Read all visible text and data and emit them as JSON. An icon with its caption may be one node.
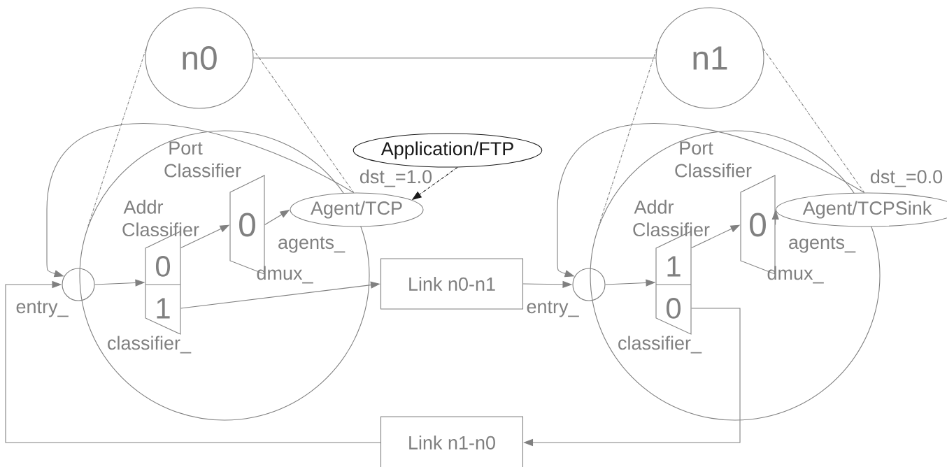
{
  "diagram": {
    "nodes": [
      {
        "text": [
          "n0"
        ]
      },
      {
        "text": [
          "n1"
        ]
      },
      {
        "text": [],
        "shape": "circle"
      },
      {
        "text": [],
        "shape": "circle",
        "beside": [
          "entry_"
        ]
      },
      {
        "text": [
          "Addr Classifier"
        ],
        "beside": [
          "classifier_"
        ],
        "in": 2
      },
      {
        "text": [
          "0"
        ],
        "in": 4
      },
      {
        "text": [
          "1"
        ],
        "in": 4
      },
      {
        "text": [
          "Port Classifier",
          "0"
        ],
        "beside": [
          "dmux_"
        ],
        "in": 2
      },
      {
        "text": [
          "Agent/TCP"
        ],
        "beside": [
          "dst_=1.0",
          "agents_"
        ]
      },
      {
        "text": [
          "Application/FTP"
        ]
      },
      {
        "text": [
          "Link n0-n1"
        ]
      },
      {
        "text": [],
        "shape": "circle"
      },
      {
        "text": [],
        "shape": "circle",
        "beside": [
          "entry_"
        ]
      },
      {
        "text": [
          "Addr Classifier"
        ],
        "beside": [
          "classifier_"
        ],
        "in": 11
      },
      {
        "text": [
          "1"
        ],
        "in": 13
      },
      {
        "text": [
          "0"
        ],
        "in": 13
      },
      {
        "text": [
          "Port Classifier",
          "0"
        ],
        "beside": [
          "dmux_"
        ],
        "in": 11
      },
      {
        "text": [
          "Agent/TCPSink"
        ],
        "beside": [
          "dst_=0.0",
          "agents_"
        ]
      },
      {
        "text": [
          "Link n1-n0"
        ]
      }
    ],
    "edges": [
      {
        "from": 0,
        "to": 1,
        "arrow": "none"
      },
      {
        "from": 0,
        "to": 2,
        "arrow": "none",
        "style": "dashed"
      },
      {
        "from": 0,
        "to": 8,
        "arrow": "none",
        "style": "dashed"
      },
      {
        "from": 1,
        "to": 11,
        "arrow": "none",
        "style": "dashed"
      },
      {
        "from": 1,
        "to": 17,
        "arrow": "none",
        "style": "dashed"
      },
      {
        "from": 3,
        "to": 4,
        "arrow": "to"
      },
      {
        "from": 5,
        "to": 7,
        "arrow": "to"
      },
      {
        "from": 7,
        "to": 8,
        "arrow": "to"
      },
      {
        "from": 6,
        "to": 10,
        "arrow": "to"
      },
      {
        "from": 10,
        "to": 12,
        "arrow": "to"
      },
      {
        "from": 12,
        "to": 13,
        "arrow": "to"
      },
      {
        "from": 14,
        "to": 16,
        "arrow": "to"
      },
      {
        "from": 16,
        "to": 17,
        "arrow": "to"
      },
      {
        "from": 15,
        "to": 18,
        "arrow": "to"
      },
      {
        "from": 18,
        "to": 3,
        "arrow": "to"
      },
      {
        "from": 9,
        "to": 8,
        "arrow": "to",
        "style": "dashed",
        "color": "#1a1a1a"
      },
      {
        "from": 8,
        "to": 3,
        "arrow": "to"
      },
      {
        "from": 17,
        "to": 12,
        "arrow": "to"
      }
    ]
  }
}
